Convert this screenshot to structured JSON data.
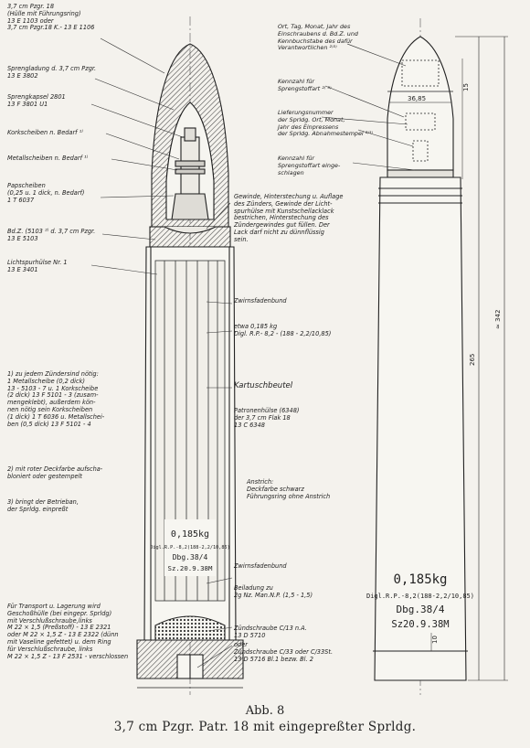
{
  "left_labels": [
    {
      "id": "l1",
      "text": "3,7 cm Pzgr. 18\n(Hülle mit Führungsring)\n13 E 1103  oder\n3,7 cm  Pzgr.18 K.- 13 E 1106"
    },
    {
      "id": "l2",
      "text": "Sprengladung d. 3,7 cm Pzgr.\n13 E 3802"
    },
    {
      "id": "l3",
      "text": "Sprengkapsel 2801\n13 F 3801 U1"
    },
    {
      "id": "l4",
      "text": "Korkscheiben n. Bedarf ¹⁾"
    },
    {
      "id": "l5",
      "text": "Metallscheiben n. Bedarf ¹⁾"
    },
    {
      "id": "l6",
      "text": "Papscheiben\n(0,25 u. 1 dick, n. Bedarf)\n1 T 6037"
    },
    {
      "id": "l7",
      "text": "Bd.Z. (5103 ²⁾ d. 3,7 cm Pzgr.\n13 E 5103"
    },
    {
      "id": "l8",
      "text": "Lichtspurhülse Nr. 1\n13 E 3401"
    },
    {
      "id": "l9",
      "text": "1) zu jedem Zündersind nötig:\n   1 Metallscheibe (0,2 dick)\n   13 - 5103 - 7 u. 1 Korkscheibe\n   (2 dick) 13 F 5101 - 3 (zusam-\n   mengeklebt), außerdem kön-\n   nen nötig sein Korkscheiben\n   (1 dick) 1 T 6036 u. Metallschei-\n   ben (0,5 dick) 13 F 5101 - 4"
    },
    {
      "id": "l10",
      "text": "2) mit roter Deckfarbe aufscha-\n   bloniert oder gestempelt"
    },
    {
      "id": "l11",
      "text": "3) bringt der Betrieban,\n   der Sprldg. einpreßt"
    },
    {
      "id": "l12",
      "text": "Für Transport u. Lagerung wird\nGeschoßhülle (bei eingepr. Sprldg)\nmit Verschlußschraube,links\nM 22 × 1,5 (Preßstoff) - 13 E 2321\noder M 22 × 1,5 Z - 13 E 2322 (dünn\nmit Vaseline gefettet) u. dem Ring\nfür Verschlußschraube, links\nM 22 × 1,5 Z - 13 F 2531 - verschlossen"
    }
  ],
  "middle_labels": [
    {
      "id": "m1",
      "text": "Gewinde, Hinterstechung u. Auflage\ndes Zünders, Gewinde der Licht-\nspurhülse mit Kunstschellacklack\nbestrichen, Hinterstechung des\nZündergewindes gut füllen. Der\nLack darf nicht zu dünnflüssig\nsein."
    },
    {
      "id": "m2",
      "text": "Zwirnsfadenbund"
    },
    {
      "id": "m3",
      "text": "etwa 0,185 kg\nDigl. R.P.- 8,2 - (188 - 2,2/10,85)"
    },
    {
      "id": "m4",
      "text": "Kartuschbeutel"
    },
    {
      "id": "m5",
      "text": "Patronenhülse (6348)\nder  3,7 cm  Flak 18\n13 C 6348"
    },
    {
      "id": "m6",
      "text": "Anstrich:\nDeckfarbe schwarz\nFührungsring ohne Anstrich"
    },
    {
      "id": "m7",
      "text": "Zwirnsfadenbund"
    },
    {
      "id": "m8",
      "text": "Beiladung zu\n2g Nz. Man.N.P. (1,5 - 1,5)"
    },
    {
      "id": "m9",
      "text": "Zündschraube C/13 n.A.\n13 D 5710"
    },
    {
      "id": "m10",
      "text": "oder\nZündschraube C/33 oder C/33St.\n13 D 5716 Bl.1 bezw. Bl. 2"
    }
  ],
  "right_labels": [
    {
      "id": "r1",
      "text": "Ort, Tag, Monat, Jahr des\nEinschraubens d. Bd.Z. und\nKennbuchstabe des dafür\nVerantwortlichen ²⁾³⁾"
    },
    {
      "id": "r2",
      "text": "Kennzahl für\nSprengstoffart ²⁾ ³⁾"
    },
    {
      "id": "r3",
      "text": "Lieferungsnummer\nder Sprldg.   Ort, Monat,\nJahr des Einpressens\nder Sprldg.  Abnahmestempel ²⁾³⁾"
    },
    {
      "id": "r4",
      "text": "Kennzahl für\nSprengstoffart einge-\nschlagen"
    }
  ],
  "inner_markings_left": [
    "0,185kg",
    "Digl.R.P.-8,2(188-2,2/10,85)",
    "Dbg.38/4",
    "Sz.20.9.38M"
  ],
  "markings_right": [
    "0,185kg",
    "Digl.R.P.-8,2(188-2,2/10,85)",
    "Dbg.38/4",
    "Sz20.9.38M"
  ],
  "dimensions": {
    "width_top": "36,85",
    "length_case": "265",
    "length_total": "≈ 342",
    "small_10": "10",
    "small_15": "15"
  },
  "caption_line1": "Abb. 8",
  "caption_line2": "3,7 cm Pzgr. Patr. 18 mit eingepreßter Sprldg."
}
